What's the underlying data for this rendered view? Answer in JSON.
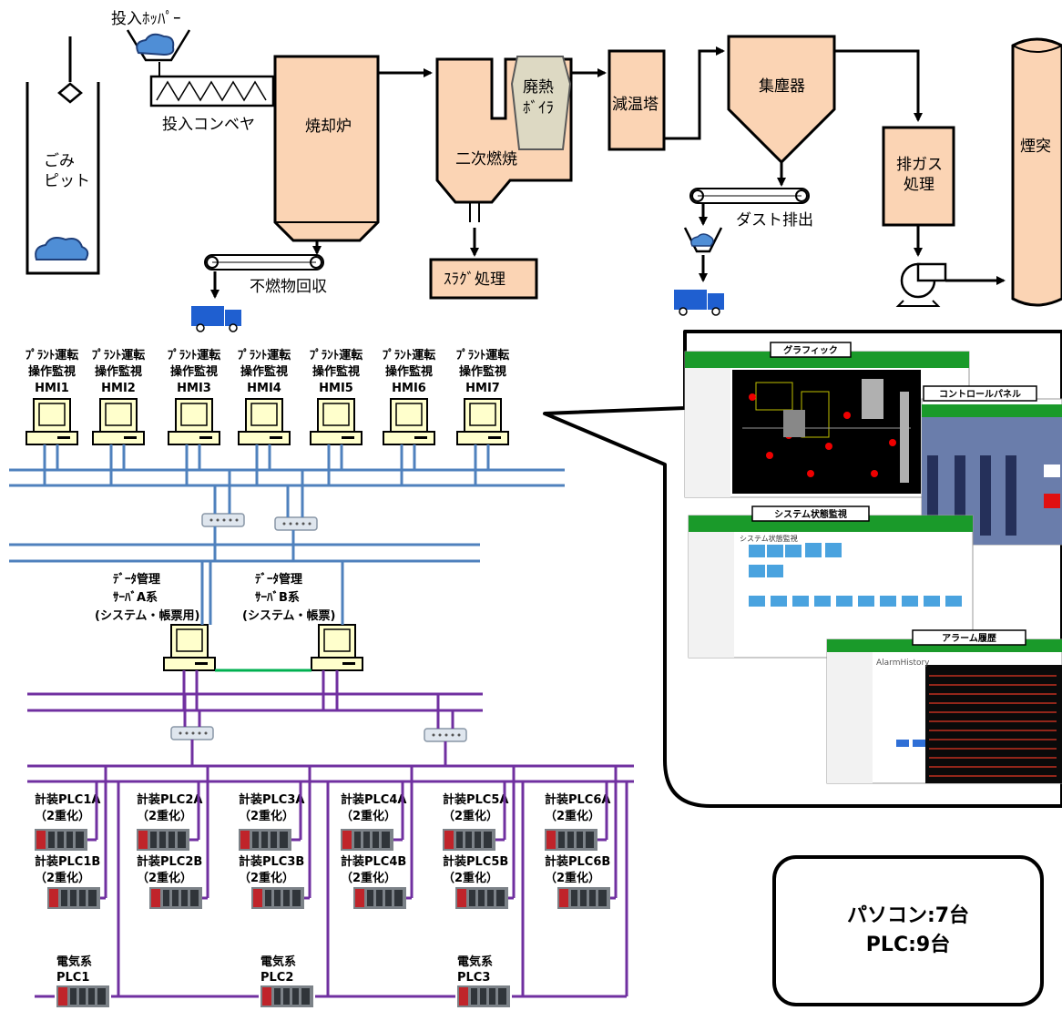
{
  "process": {
    "hopper": "投入ﾎｯﾊﾟｰ",
    "pit_line1": "ごみ",
    "pit_line2": "ピット",
    "conveyor": "投入コンベヤ",
    "incinerator": "焼却炉",
    "boiler_line1": "廃熱",
    "boiler_line2": "ﾎﾞｲﾗ",
    "secondary": "二次燃焼",
    "cooling_tower": "減温塔",
    "dust_collector": "集塵器",
    "exhaust_line1": "排ガス",
    "exhaust_line2": "処理",
    "chimney": "煙突",
    "noncombustible": "不燃物回収",
    "slag": "ｽﾗｸﾞ処理",
    "dust_discharge": "ダスト排出"
  },
  "hmi": [
    {
      "line1": "ﾌﾟﾗﾝﾄ運転",
      "line2": "操作監視",
      "id": "HMI1"
    },
    {
      "line1": "ﾌﾟﾗﾝﾄ運転",
      "line2": "操作監視",
      "id": "HMI2"
    },
    {
      "line1": "ﾌﾟﾗﾝﾄ運転",
      "line2": "操作監視",
      "id": "HMI3"
    },
    {
      "line1": "ﾌﾟﾗﾝﾄ運転",
      "line2": "操作監視",
      "id": "HMI4"
    },
    {
      "line1": "ﾌﾟﾗﾝﾄ運転",
      "line2": "操作監視",
      "id": "HMI5"
    },
    {
      "line1": "ﾌﾟﾗﾝﾄ運転",
      "line2": "操作監視",
      "id": "HMI6"
    },
    {
      "line1": "ﾌﾟﾗﾝﾄ運転",
      "line2": "操作監視",
      "id": "HMI7"
    }
  ],
  "servers": [
    {
      "line1": "ﾃﾞｰﾀ管理",
      "line2": "ｻｰﾊﾞA系",
      "line3": "(システム・帳票用)"
    },
    {
      "line1": "ﾃﾞｰﾀ管理",
      "line2": "ｻｰﾊﾞB系",
      "line3": "(システム・帳票)"
    }
  ],
  "plc_pairs": [
    {
      "a": "計装PLC1A",
      "b": "計装PLC1B",
      "note": "（2重化）"
    },
    {
      "a": "計装PLC2A",
      "b": "計装PLC2B",
      "note": "（2重化）"
    },
    {
      "a": "計装PLC3A",
      "b": "計装PLC3B",
      "note": "（2重化）"
    },
    {
      "a": "計装PLC4A",
      "b": "計装PLC4B",
      "note": "（2重化）"
    },
    {
      "a": "計装PLC5A",
      "b": "計装PLC5B",
      "note": "（2重化）"
    },
    {
      "a": "計装PLC6A",
      "b": "計装PLC6B",
      "note": "（2重化）"
    }
  ],
  "electric_plcs": [
    {
      "line1": "電気系",
      "line2": "PLC1"
    },
    {
      "line1": "電気系",
      "line2": "PLC2"
    },
    {
      "line1": "電気系",
      "line2": "PLC3"
    }
  ],
  "screens": {
    "graphic": "グラフィック",
    "control_panel": "コントロールパネル",
    "system_status": "システム状態監視",
    "system_status_title": "システム状態監視",
    "alarm_history": "アラーム履歴",
    "alarm_history_title": "AlarmHistory"
  },
  "summary": {
    "pc": "パソコン:7台",
    "plc": "PLC:9台"
  },
  "colors": {
    "equipment_fill": "#fbd4b4",
    "upper_network": "#4f81bd",
    "lower_network": "#7030a0",
    "server_link": "#00b050",
    "truck": "#1f5fd0"
  }
}
